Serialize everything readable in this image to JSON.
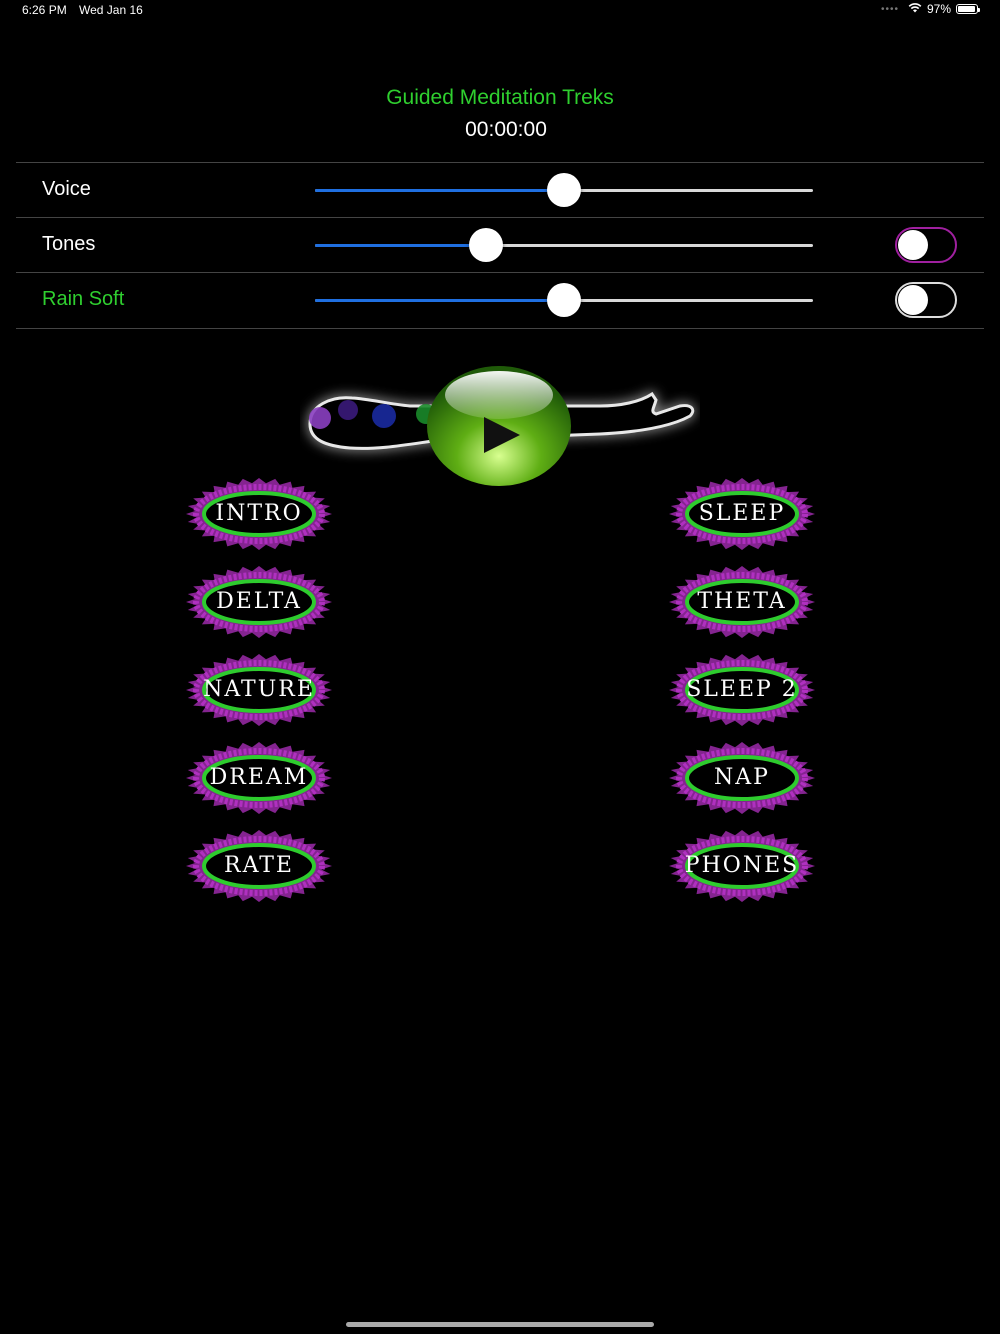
{
  "status_bar": {
    "time": "6:26 PM",
    "date": "Wed Jan 16",
    "battery_percent": "97%",
    "battery_level": 0.97,
    "wifi_icon": "wifi-icon",
    "signal_icon": "cellular-dots-icon"
  },
  "header": {
    "title": "Guided Meditation Treks",
    "timer": "00:00:00"
  },
  "mixer": [
    {
      "label": "Voice",
      "slider_value": 0.5,
      "has_toggle": false
    },
    {
      "label": "Tones",
      "slider_value": 0.344,
      "has_toggle": true,
      "toggle_on": false,
      "toggle_border_color": "#a020a0"
    },
    {
      "label": "Rain Soft",
      "slider_value": 0.5,
      "has_toggle": true,
      "toggle_on": false,
      "toggle_border_color": "#dddddd",
      "label_color": "#2fcf2f"
    }
  ],
  "hero": {
    "figure_icon": "meditating-figure-icon",
    "play_icon": "play-icon"
  },
  "buttons": {
    "left": [
      "INTRO",
      "DELTA",
      "NATURE",
      "DREAM",
      "RATE"
    ],
    "right": [
      "SLEEP",
      "THETA",
      "SLEEP 2",
      "NAP",
      "PHONES"
    ]
  },
  "colors": {
    "accent_green": "#2fcf2f",
    "slider_fill": "#1f6fe0",
    "button_ring_purple": "#b030c0",
    "button_ring_green": "#2ecc2e"
  }
}
